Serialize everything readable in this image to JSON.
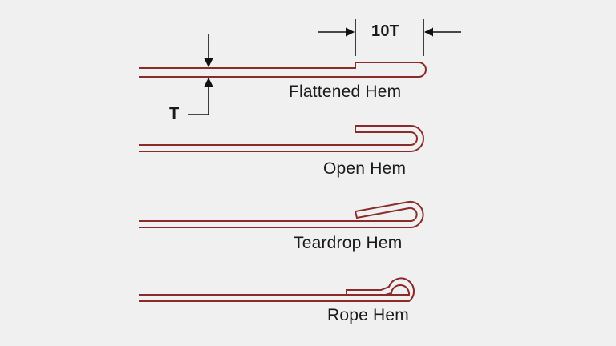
{
  "diagram": {
    "hem_types": [
      {
        "id": "flattened",
        "label": "Flattened Hem"
      },
      {
        "id": "open",
        "label": "Open Hem"
      },
      {
        "id": "teardrop",
        "label": "Teardrop Hem"
      },
      {
        "id": "rope",
        "label": "Rope Hem"
      }
    ],
    "dimensions": {
      "hem_length": "10T",
      "thickness": "T"
    },
    "colors": {
      "background": "#f0f0f0",
      "sheet_outline": "#8b2a2a",
      "dimension_lines": "#111111"
    }
  }
}
